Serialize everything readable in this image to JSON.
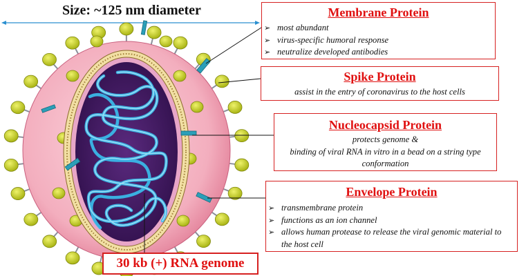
{
  "size_label": "Size: ~125 nm diameter",
  "membrane": {
    "title": "Membrane Protein",
    "items": [
      "most abundant",
      "virus-specific humoral response",
      "neutralize developed antibodies"
    ]
  },
  "spike": {
    "title": "Spike Protein",
    "text": "assist in the entry of coronavirus to the host cells"
  },
  "nucleocapsid": {
    "title": "Nucleocapsid Protein",
    "line1": "protects genome &",
    "line2": "binding of viral RNA in vitro in a bead on a string type conformation"
  },
  "envelope": {
    "title": "Envelope Protein",
    "items": [
      "transmembrane protein",
      "functions as an ion channel",
      "allows human protease to release the viral genomic material to the host cell"
    ]
  },
  "rna_label": "30 kb (+) RNA genome",
  "colors": {
    "outer_shell": "#f3b0c0",
    "spike_head": "#c3cd1a",
    "membrane_band": "#f2dfa4",
    "core": "#4b1f6b",
    "rna_strand": "#3ab8e8",
    "box_border": "#d62020",
    "title_red": "#e01010"
  }
}
